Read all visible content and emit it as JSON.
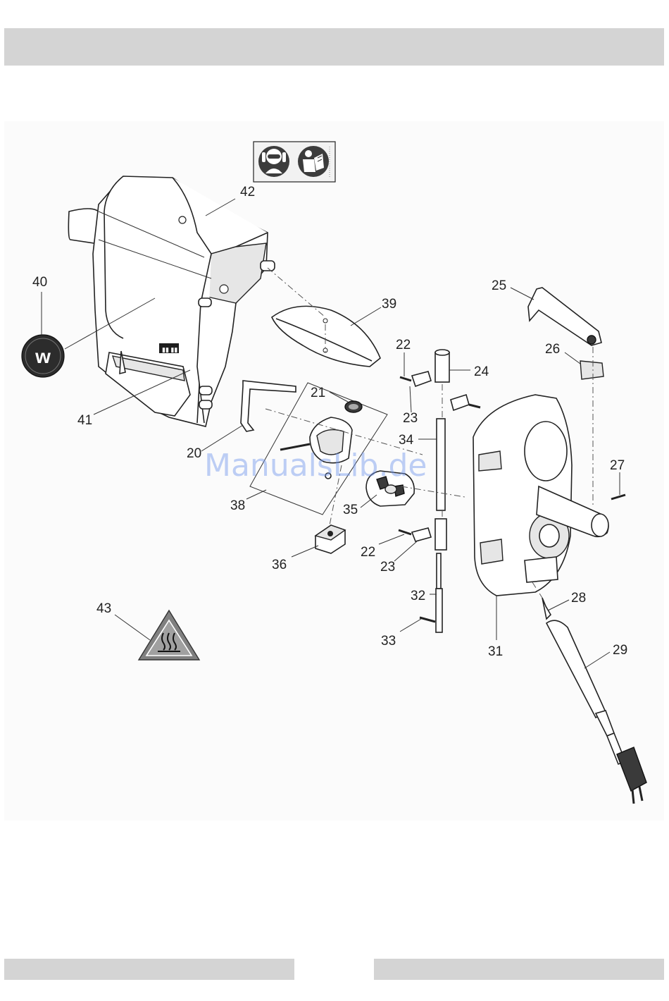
{
  "callouts": {
    "c20": "20",
    "c21": "21",
    "c22a": "22",
    "c22b": "22",
    "c23a": "23",
    "c23b": "23",
    "c24": "24",
    "c25": "25",
    "c26": "26",
    "c27": "27",
    "c28": "28",
    "c29": "29",
    "c31": "31",
    "c32": "32",
    "c33": "33",
    "c34": "34",
    "c35": "35",
    "c36": "36",
    "c38": "38",
    "c39": "39",
    "c40": "40",
    "c41": "41",
    "c42": "42",
    "c43": "43"
  },
  "watermark": "ManualsLib.de",
  "colors": {
    "bar": "#d4d4d4",
    "watermark": "#6f95ea",
    "warning": "#808080"
  },
  "icons": [
    "eye-ear-protection-icon",
    "read-manual-icon",
    "brand-logo-w-icon",
    "hot-surface-warning-icon"
  ]
}
